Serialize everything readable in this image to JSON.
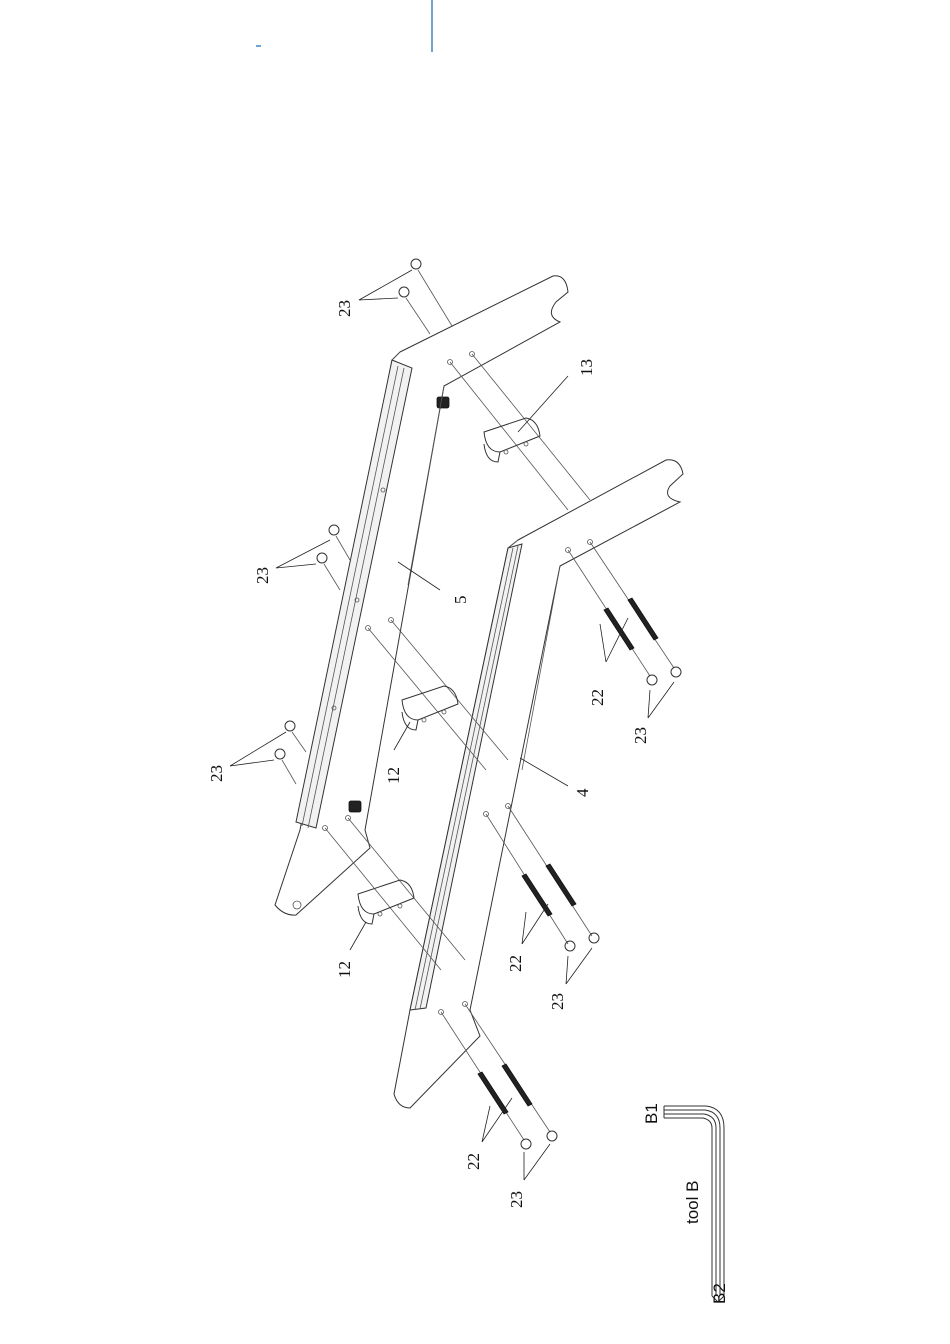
{
  "header": {
    "accent_color": "#2f7fc1"
  },
  "labels": {
    "p23_a": "23",
    "p23_b": "23",
    "p23_c": "23",
    "p23_d": "23",
    "p23_e": "23",
    "p23_f": "23",
    "p13": "13",
    "p5": "5",
    "p4": "4",
    "p12_a": "12",
    "p12_b": "12",
    "p22_a": "22",
    "p22_b": "22",
    "p22_c": "22"
  },
  "tool": {
    "name": "tool B",
    "end1": "B1",
    "end2": "B2"
  }
}
